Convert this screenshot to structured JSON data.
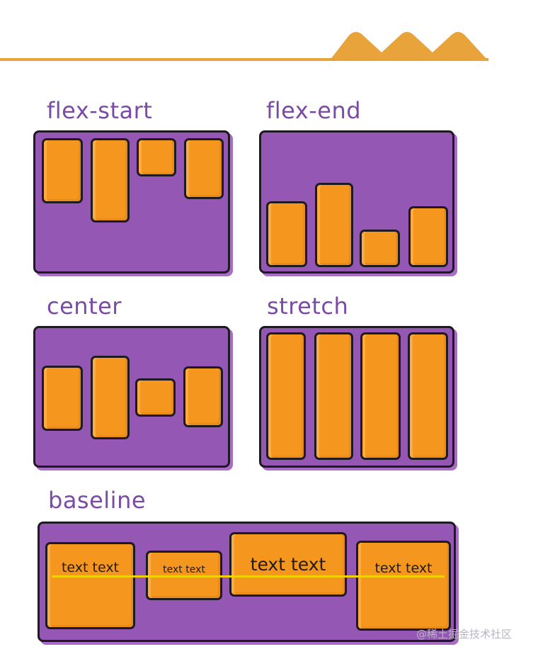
{
  "diagrams": [
    {
      "id": "flex-start",
      "label": "flex-start"
    },
    {
      "id": "flex-end",
      "label": "flex-end"
    },
    {
      "id": "center",
      "label": "center"
    },
    {
      "id": "stretch",
      "label": "stretch"
    },
    {
      "id": "baseline",
      "label": "baseline",
      "items": [
        {
          "text": "text text"
        },
        {
          "text": "text text"
        },
        {
          "text": "text text"
        },
        {
          "text": "text text"
        }
      ]
    }
  ],
  "watermark": "@稀土掘金技术社区",
  "colors": {
    "container": "#9457b4",
    "item": "#f5961f",
    "label": "#7b4aa6",
    "baseline": "#f2d100",
    "accent": "#e8a33a"
  }
}
